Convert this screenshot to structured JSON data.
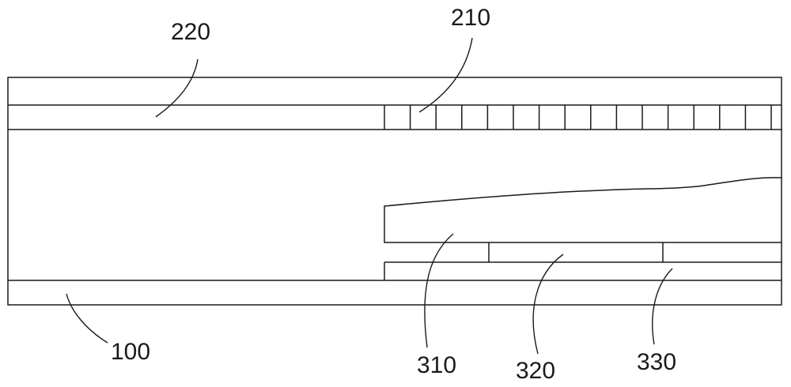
{
  "diagram": {
    "stroke_color": "#1a1a1a",
    "background_color": "#ffffff",
    "cell_count": 15,
    "labels": {
      "part_220": "220",
      "part_210": "210",
      "part_100": "100",
      "part_310": "310",
      "part_320": "320",
      "part_330": "330"
    }
  }
}
